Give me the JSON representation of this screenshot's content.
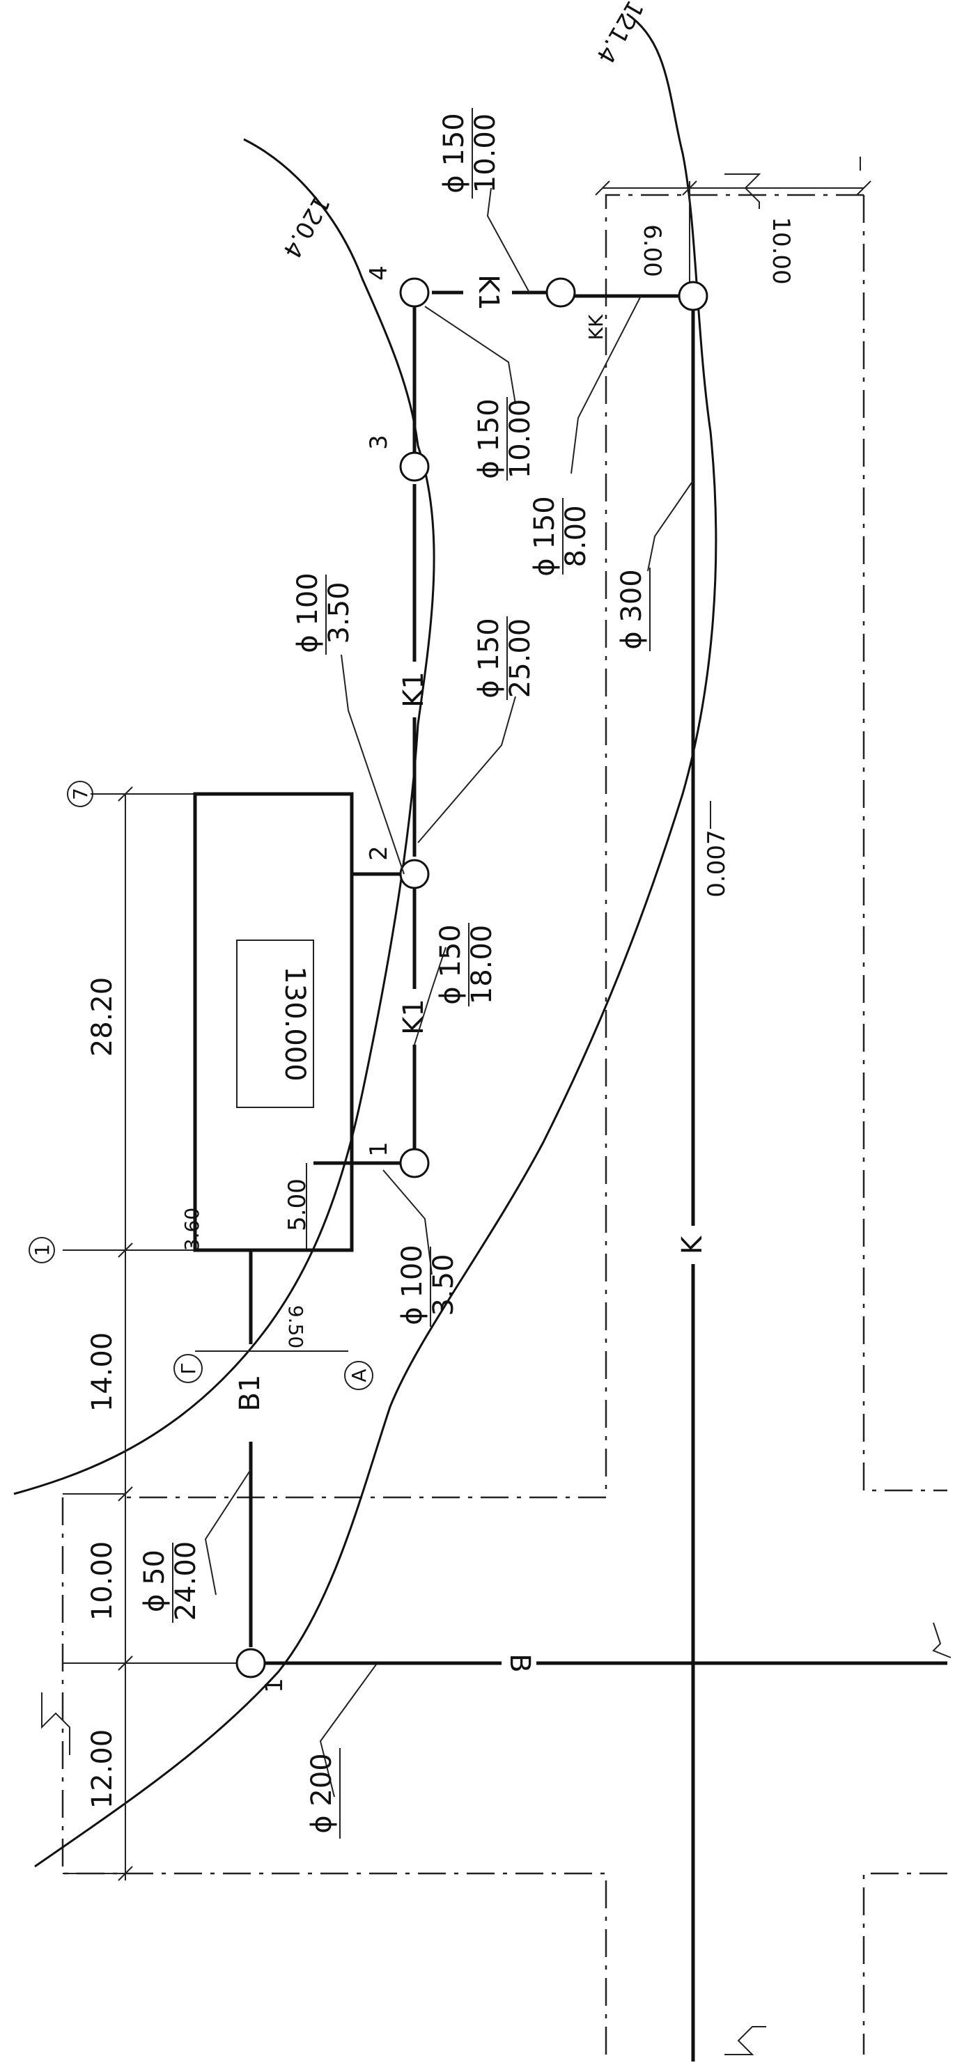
{
  "site_plan": {
    "building_label": "130.000",
    "contours": {
      "upper": "121.4",
      "lower": "120.4"
    },
    "axes": {
      "left": "1",
      "right": "7",
      "bottom": "A",
      "top": "Г"
    },
    "dims": {
      "d_2820": "28.20",
      "d_1400": "14.00",
      "d_1000a": "10.00",
      "d_1200": "12.00",
      "d_500": "5.00",
      "d_360": "3.60",
      "d_950": "9.50",
      "d_600": "6.00",
      "d_1000b": "10.00"
    },
    "lines": {
      "b1": "B1",
      "b": "B",
      "k": "K",
      "k1a": "K1",
      "k1b": "K1",
      "k1c": "K1",
      "kk": "KK"
    },
    "nodes": {
      "w1": "1",
      "n1": "1",
      "n2": "2",
      "n3": "3",
      "n4": "4"
    },
    "labels": {
      "a": {
        "d": "ϕ 50",
        "l": "24.00"
      },
      "b": {
        "d": "ϕ 200"
      },
      "c": {
        "d": "ϕ 100",
        "l": "3.50"
      },
      "d": {
        "d": "ϕ 150",
        "l": "18.00"
      },
      "e": {
        "d": "ϕ 100",
        "l": "3.50"
      },
      "f": {
        "d": "ϕ 150",
        "l": "25.00"
      },
      "g": {
        "d": "ϕ 150",
        "l": "10.00"
      },
      "h": {
        "d": "ϕ 150",
        "l": "8.00"
      },
      "i": {
        "d": "ϕ 150",
        "l": "10.00"
      },
      "j": {
        "d": "ϕ 300"
      }
    },
    "slope": "0.007"
  }
}
